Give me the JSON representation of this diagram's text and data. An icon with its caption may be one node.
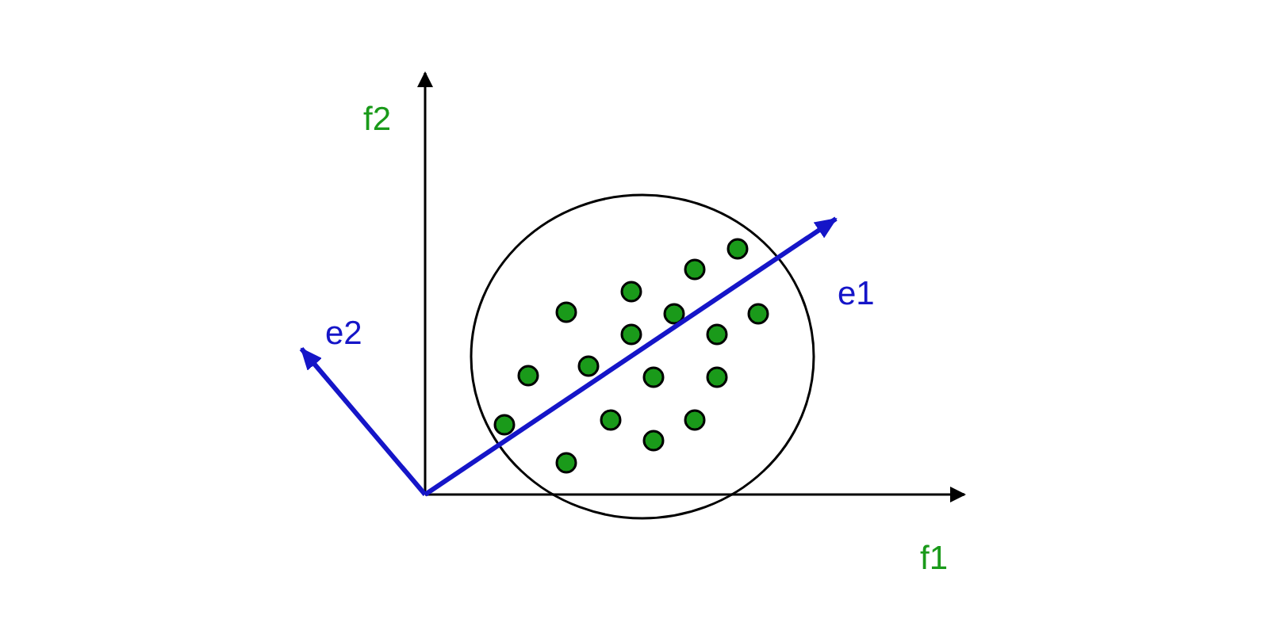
{
  "diagram": {
    "labels": [
      "f2",
      "e1",
      "e2",
      "f1"
    ]
  }
}
